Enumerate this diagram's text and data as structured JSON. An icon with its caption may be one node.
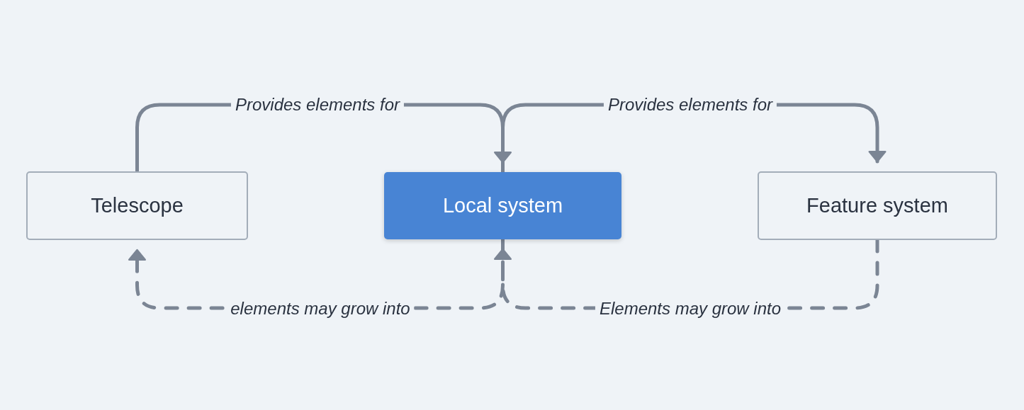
{
  "diagram": {
    "nodes": [
      {
        "text": [
          "Telescope"
        ]
      },
      {
        "text": [
          "Local system"
        ]
      },
      {
        "text": [
          "Feature system"
        ]
      }
    ],
    "edges": [
      {
        "from": 0,
        "to": 1,
        "arrow": "to",
        "label": "Provides elements for"
      },
      {
        "from": 1,
        "to": 2,
        "arrow": "to",
        "label": "Provides elements for"
      },
      {
        "from": 1,
        "to": 0,
        "arrow": "to",
        "label": "elements may grow into",
        "style": "dashed"
      },
      {
        "from": 2,
        "to": 1,
        "arrow": "to",
        "label": "Elements may grow into",
        "style": "dashed"
      }
    ]
  }
}
